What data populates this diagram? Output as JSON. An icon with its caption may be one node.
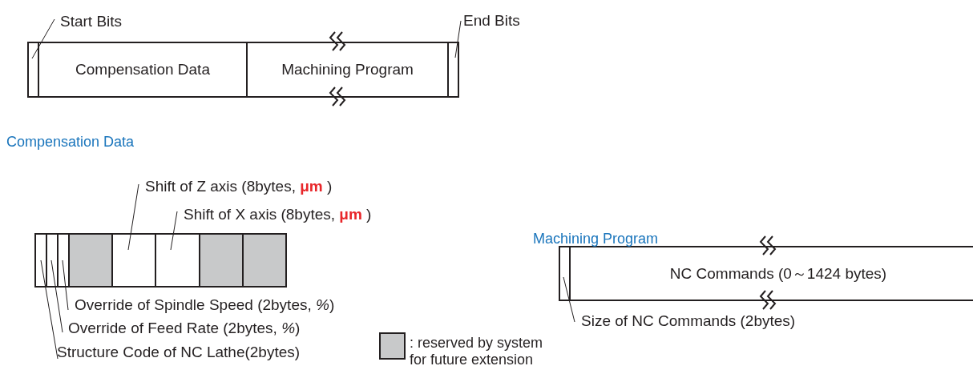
{
  "diagram": {
    "nodes": [
      {
        "text": [
          "Start Bits"
        ]
      },
      {
        "text": [
          "End Bits"
        ]
      },
      {
        "text": [],
        "shape": "box"
      },
      {
        "text": [
          "Compensation Data"
        ]
      },
      {
        "text": [
          "Machining Program"
        ]
      },
      {
        "text": [],
        "shape": "box"
      },
      {
        "text": [
          "Shift of Z axis (8bytes, **μm** )"
        ]
      },
      {
        "text": [
          "Shift of X axis (8bytes, **μm** )"
        ]
      },
      {
        "text": [],
        "shape": "box"
      },
      {
        "text": [],
        "shape": "box"
      },
      {
        "text": [],
        "shape": "box"
      },
      {
        "text": [],
        "shape": "box"
      },
      {
        "text": [],
        "shape": "box"
      },
      {
        "text": [],
        "shape": "box"
      },
      {
        "text": [],
        "shape": "box"
      },
      {
        "text": [],
        "shape": "box"
      },
      {
        "text": [
          "Override of Spindle Speed (2bytes, *%*)"
        ]
      },
      {
        "text": [
          "Override of Feed Rate (2bytes, *%*)"
        ]
      },
      {
        "text": [
          "Structure Code of NC Lathe(2bytes)"
        ]
      },
      {
        "text": [],
        "shape": "box"
      },
      {
        "text": [
          "NC Commands (0～1424 bytes)"
        ]
      },
      {
        "text": [
          "Size of NC Commands (2bytes)"
        ]
      }
    ],
    "edges": [
      {
        "from": 0,
        "to": 2,
        "arrow": "none"
      },
      {
        "from": 1,
        "to": 5,
        "arrow": "none"
      },
      {
        "from": 6,
        "to": 12,
        "arrow": "none"
      },
      {
        "from": 7,
        "to": 13,
        "arrow": "none"
      },
      {
        "from": 16,
        "to": 10,
        "arrow": "none"
      },
      {
        "from": 17,
        "to": 9,
        "arrow": "none"
      },
      {
        "from": 18,
        "to": 8,
        "arrow": "none"
      },
      {
        "from": 21,
        "to": 19,
        "arrow": "none"
      }
    ],
    "labels": [
      "Compensation Data",
      "Machining Program"
    ],
    "legend": [
      {
        "text": ": reserved by system for future extension",
        "color": "#c8c9ca"
      }
    ]
  }
}
